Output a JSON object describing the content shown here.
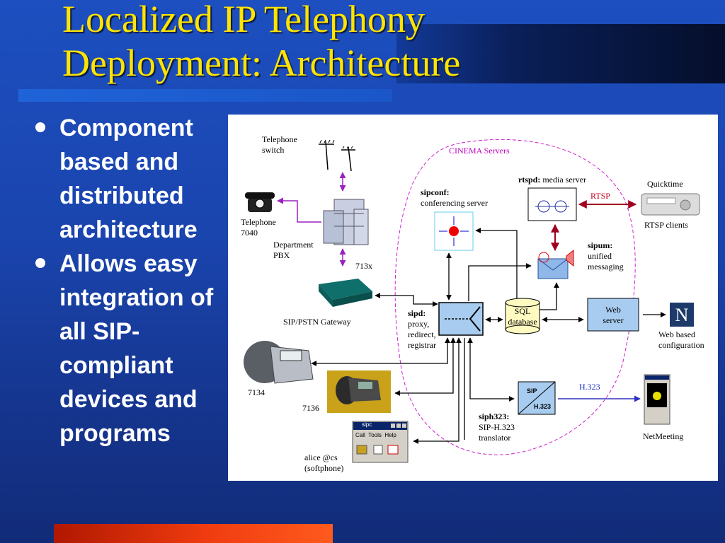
{
  "slide": {
    "title_line1": "Localized IP Telephony",
    "title_line2": "Deployment: Architecture",
    "bullets": [
      "Component based and distributed architecture",
      "Allows easy integration of all SIP-compliant devices and programs"
    ]
  },
  "diagram": {
    "telephone_switch": [
      "Telephone",
      "switch"
    ],
    "telephone_7040": [
      "Telephone",
      "7040"
    ],
    "department_pbx": [
      "Department",
      "PBX"
    ],
    "link_713x": "713x",
    "sip_pstn_gateway": "SIP/PSTN Gateway",
    "phone_7134": "7134",
    "phone_7136": "7136",
    "softphone": [
      "alice @cs",
      "(softphone)"
    ],
    "softphone_window_title": "sipc",
    "softphone_menu": [
      "Call",
      "Tools",
      "Help"
    ],
    "cinema_servers": "CINEMA Servers",
    "sipconf": {
      "name": "sipconf:",
      "desc": "conferencing server"
    },
    "rtspd": {
      "name": "rtspd:",
      "desc": "media server"
    },
    "rtsp_link": "RTSP",
    "quicktime": "Quicktime",
    "rtsp_clients": "RTSP clients",
    "sipum": {
      "name": "sipum:",
      "desc": [
        "unified",
        "messaging"
      ]
    },
    "sipd": {
      "name": "sipd:",
      "desc": [
        "proxy,",
        "redirect,",
        "registrar"
      ]
    },
    "sql_database": [
      "SQL",
      "database"
    ],
    "web_server": [
      "Web",
      "server"
    ],
    "web_config": [
      "Web based",
      "configuration"
    ],
    "h323_link": "H.323",
    "siph323": {
      "name": "siph323:",
      "desc": [
        "SIP-H.323",
        "translator"
      ]
    },
    "siph323_box": [
      "SIP",
      "H.323"
    ],
    "netmeeting": "NetMeeting"
  },
  "colors": {
    "title": "#ffe400",
    "background": "#1a44ad",
    "bottom_bar": "#f03c10",
    "cinema_boundary": "#d020d0",
    "rtsp_arrow": "#a00020",
    "h323_arrow": "#3030c0",
    "pbx_link": "#9a20c0"
  },
  "icons": [
    "telephone-switch-icon",
    "rotary-phone-icon",
    "pbx-icon",
    "gateway-icon",
    "ip-phone-icon",
    "softphone-window-icon",
    "quicktime-player-icon",
    "netscape-icon",
    "netmeeting-window-icon"
  ]
}
